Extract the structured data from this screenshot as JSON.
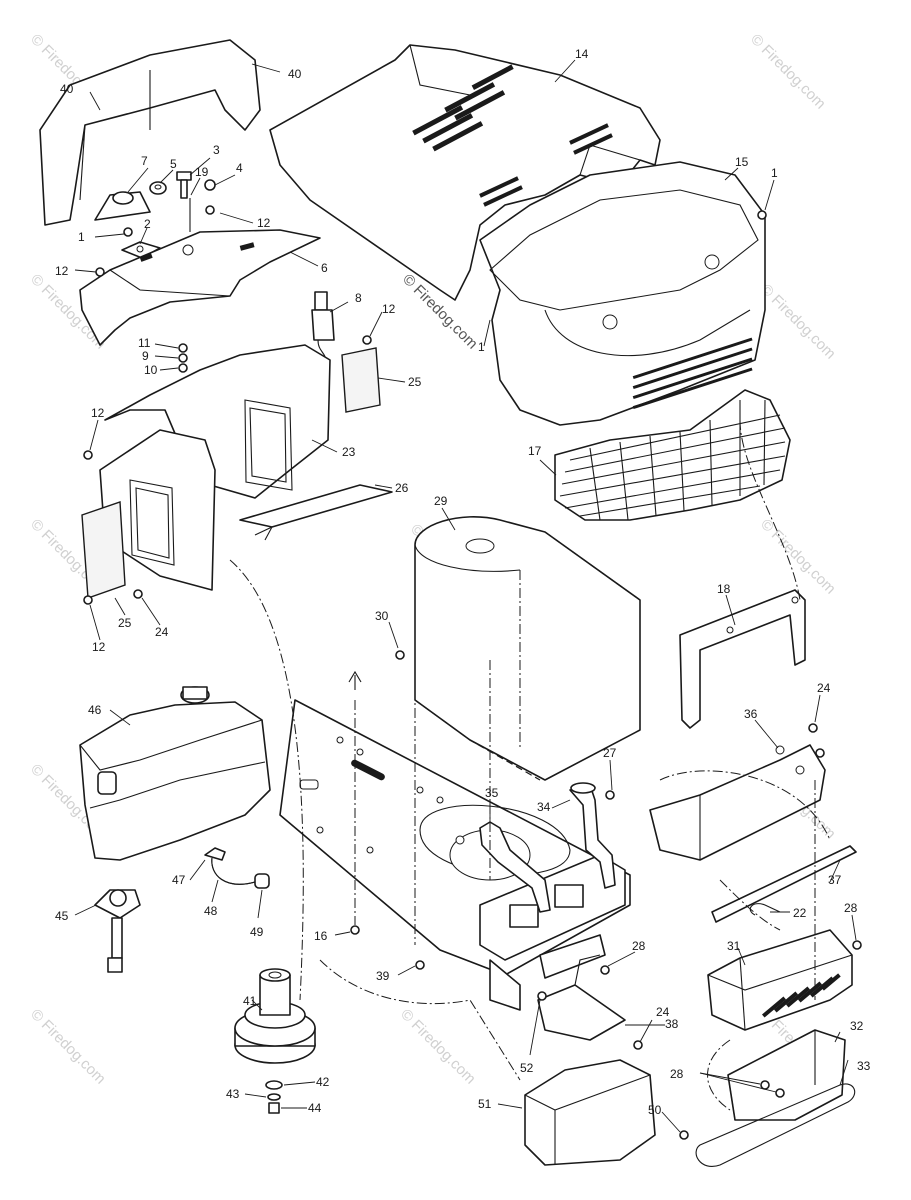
{
  "watermark": "© Firedog.com",
  "callouts": [
    {
      "id": "c40a",
      "label": "40"
    },
    {
      "id": "c40b",
      "label": "40"
    },
    {
      "id": "c14",
      "label": "14"
    },
    {
      "id": "c15",
      "label": "15"
    },
    {
      "id": "c1a",
      "label": "1"
    },
    {
      "id": "c3",
      "label": "3"
    },
    {
      "id": "c7",
      "label": "7"
    },
    {
      "id": "c5",
      "label": "5"
    },
    {
      "id": "c19",
      "label": "19"
    },
    {
      "id": "c4",
      "label": "4"
    },
    {
      "id": "c12a",
      "label": "12"
    },
    {
      "id": "c1b",
      "label": "1"
    },
    {
      "id": "c2",
      "label": "2"
    },
    {
      "id": "c12b",
      "label": "12"
    },
    {
      "id": "c6",
      "label": "6"
    },
    {
      "id": "c8",
      "label": "8"
    },
    {
      "id": "c12c",
      "label": "12"
    },
    {
      "id": "c11",
      "label": "11"
    },
    {
      "id": "c9",
      "label": "9"
    },
    {
      "id": "c10",
      "label": "10"
    },
    {
      "id": "c1c",
      "label": "1"
    },
    {
      "id": "c25a",
      "label": "25"
    },
    {
      "id": "c12d",
      "label": "12"
    },
    {
      "id": "c23",
      "label": "23"
    },
    {
      "id": "c17",
      "label": "17"
    },
    {
      "id": "c26",
      "label": "26"
    },
    {
      "id": "c29",
      "label": "29"
    },
    {
      "id": "c25b",
      "label": "25"
    },
    {
      "id": "c24a",
      "label": "24"
    },
    {
      "id": "c12e",
      "label": "12"
    },
    {
      "id": "c30",
      "label": "30"
    },
    {
      "id": "c18",
      "label": "18"
    },
    {
      "id": "c24b",
      "label": "24"
    },
    {
      "id": "c46",
      "label": "46"
    },
    {
      "id": "c36",
      "label": "36"
    },
    {
      "id": "c27",
      "label": "27"
    },
    {
      "id": "c35",
      "label": "35"
    },
    {
      "id": "c34",
      "label": "34"
    },
    {
      "id": "c47",
      "label": "47"
    },
    {
      "id": "c37",
      "label": "37"
    },
    {
      "id": "c45",
      "label": "45"
    },
    {
      "id": "c48",
      "label": "48"
    },
    {
      "id": "c22",
      "label": "22"
    },
    {
      "id": "c28a",
      "label": "28"
    },
    {
      "id": "c49",
      "label": "49"
    },
    {
      "id": "c16",
      "label": "16"
    },
    {
      "id": "c31",
      "label": "31"
    },
    {
      "id": "c28b",
      "label": "28"
    },
    {
      "id": "c39",
      "label": "39"
    },
    {
      "id": "c41",
      "label": "41"
    },
    {
      "id": "c38",
      "label": "38"
    },
    {
      "id": "c24c",
      "label": "24"
    },
    {
      "id": "c32",
      "label": "32"
    },
    {
      "id": "c52",
      "label": "52"
    },
    {
      "id": "c28c",
      "label": "28"
    },
    {
      "id": "c33",
      "label": "33"
    },
    {
      "id": "c42",
      "label": "42"
    },
    {
      "id": "c43",
      "label": "43"
    },
    {
      "id": "c44",
      "label": "44"
    },
    {
      "id": "c51",
      "label": "51"
    },
    {
      "id": "c50",
      "label": "50"
    }
  ]
}
